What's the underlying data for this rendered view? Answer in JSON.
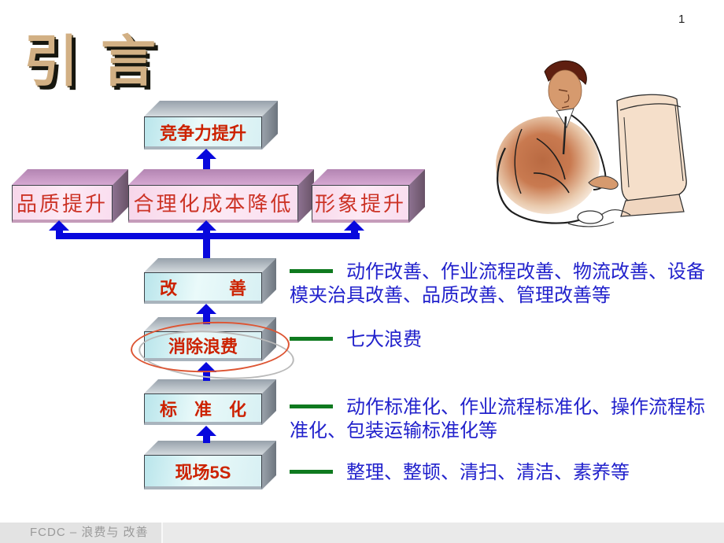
{
  "page_number": "1",
  "title": "引言",
  "footer": {
    "text": "FCDC – 浪费与 改善"
  },
  "colors": {
    "arrow_blue": "#0808dd",
    "annotation_blue": "#2222cc",
    "box_text_red": "#cc2200",
    "pink_text_red": "#cc3326",
    "green_line": "#0f7a1f",
    "cyan_box_face": "#eafafa",
    "pink_box_face": "#fdeaf5",
    "ellipse_red": "#dd5533",
    "title_tan": "#d2b084"
  },
  "diagram": {
    "goal_box": "竞争力提升",
    "outcome_boxes": [
      "品质提升",
      "合理化成本降低",
      "形象提升"
    ],
    "stack_boxes": [
      {
        "label": "改　　　善",
        "annotation": "动作改善、作业流程改善、物流改善、设备模夹治具改善、品质改善、管理改善等"
      },
      {
        "label": "消除浪费",
        "annotation": "七大浪费"
      },
      {
        "label": "标　准　化",
        "annotation": "动作标准化、作业流程标准化、操作流程标准化、包装运输标准化等"
      },
      {
        "label": "现场5S",
        "annotation": "整理、整顿、清扫、清洁、素养等"
      }
    ]
  },
  "illustration": {
    "name": "person-at-computer-clipart"
  }
}
